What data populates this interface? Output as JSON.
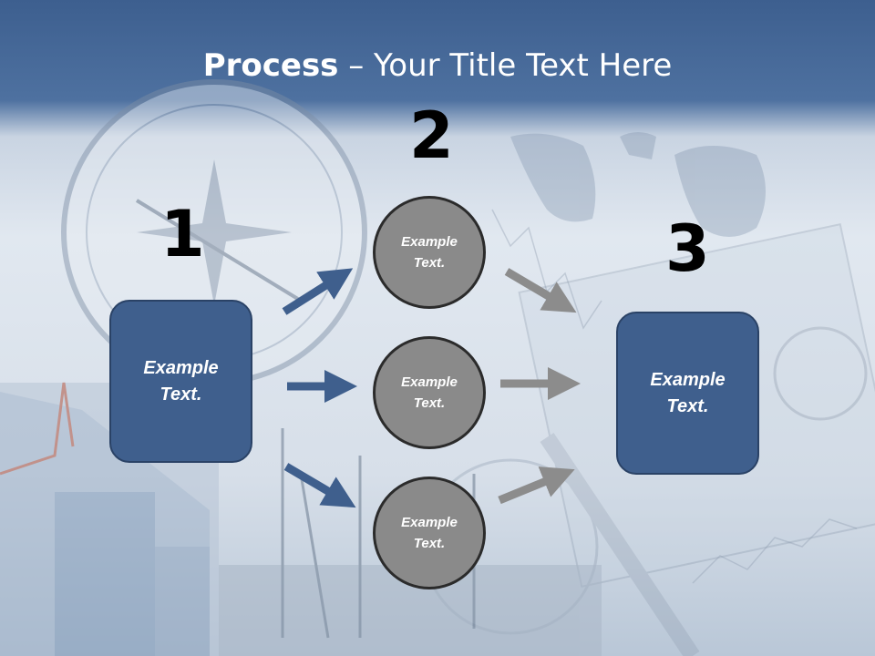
{
  "title": {
    "bold": "Process",
    "rest": " – Your Title Text Here"
  },
  "steps": {
    "one": "1",
    "two": "2",
    "three": "3"
  },
  "left_box": {
    "text": "Example Text."
  },
  "right_box": {
    "text": "Example Text."
  },
  "circles": [
    {
      "text": "Example Text."
    },
    {
      "text": "Example Text."
    },
    {
      "text": "Example Text."
    }
  ],
  "colors": {
    "box": "#3f5f8d",
    "circle": "#8a8a8a",
    "arrow_blue": "#3f5f8d",
    "arrow_gray": "#8c8c8c"
  },
  "icons": [
    "compass-image",
    "world-map-image",
    "currency-image",
    "city-skyline-image"
  ]
}
